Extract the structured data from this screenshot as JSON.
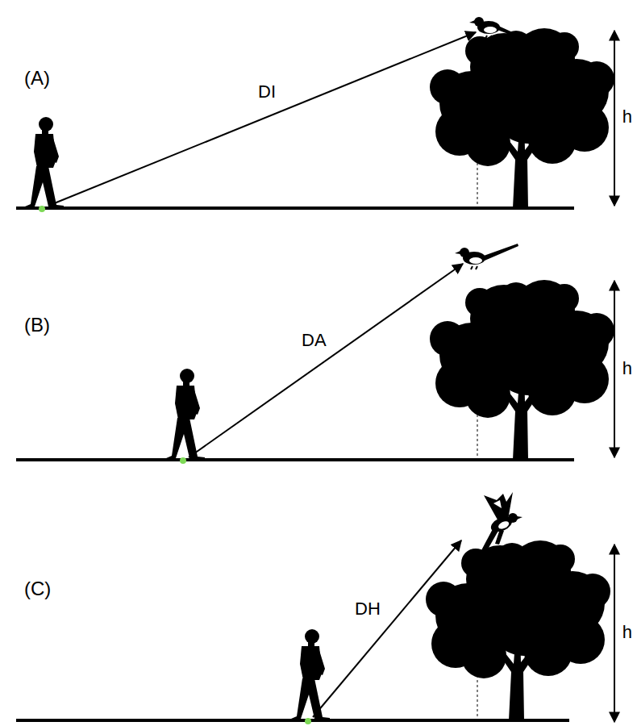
{
  "diagram": {
    "labels": [
      "(A)",
      "DI",
      "h",
      "(B)",
      "DA",
      "h",
      "(C)",
      "DH",
      "h"
    ]
  }
}
